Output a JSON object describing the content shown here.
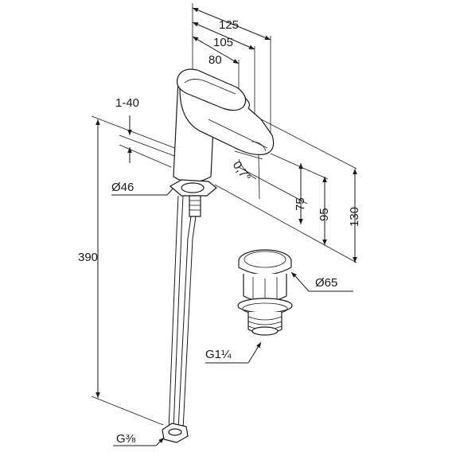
{
  "dimensions": {
    "width_125": "125",
    "width_105": "105",
    "width_80": "80",
    "adjust_1_40": "1-40",
    "diameter_46": "Ø46",
    "height_390": "390",
    "angle_0_7": "0,7°",
    "height_75": "75",
    "height_95": "95",
    "height_130": "130",
    "diameter_65": "Ø65",
    "thread_g114": "G1¼",
    "thread_g38": "G⅜"
  },
  "colors": {
    "line": "#1a1a1a",
    "background": "#ffffff"
  }
}
